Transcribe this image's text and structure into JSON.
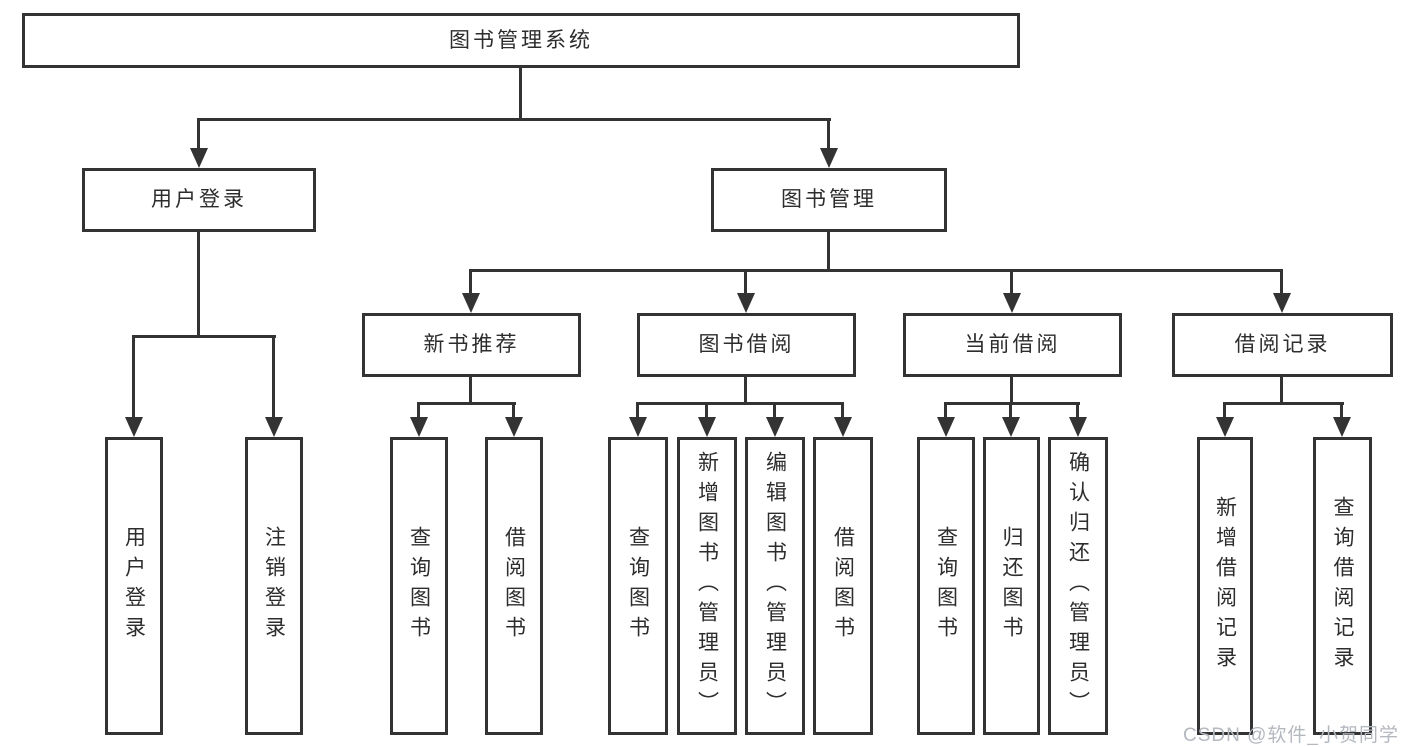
{
  "tree": {
    "root": {
      "label": "图书管理系统"
    },
    "branches": [
      {
        "label": "用户登录",
        "children": [
          {
            "label": "用户登录"
          },
          {
            "label": "注销登录"
          }
        ]
      },
      {
        "label": "图书管理",
        "children": [
          {
            "label": "新书推荐",
            "children": [
              {
                "label": "查询图书"
              },
              {
                "label": "借阅图书"
              }
            ]
          },
          {
            "label": "图书借阅",
            "children": [
              {
                "label": "查询图书"
              },
              {
                "label": "新增图书（管理员）"
              },
              {
                "label": "编辑图书（管理员）"
              },
              {
                "label": "借阅图书"
              }
            ]
          },
          {
            "label": "当前借阅",
            "children": [
              {
                "label": "查询图书"
              },
              {
                "label": "归还图书"
              },
              {
                "label": "确认归还（管理员）"
              }
            ]
          },
          {
            "label": "借阅记录",
            "children": [
              {
                "label": "新增借阅记录"
              },
              {
                "label": "查询借阅记录"
              }
            ]
          }
        ]
      }
    ]
  },
  "watermark": "CSDN @软件_小贺同学",
  "colors": {
    "line": "#333333",
    "border": "#333333",
    "text": "#2d2d2d",
    "bg": "#ffffff",
    "watermark": "#b4b8bf"
  }
}
